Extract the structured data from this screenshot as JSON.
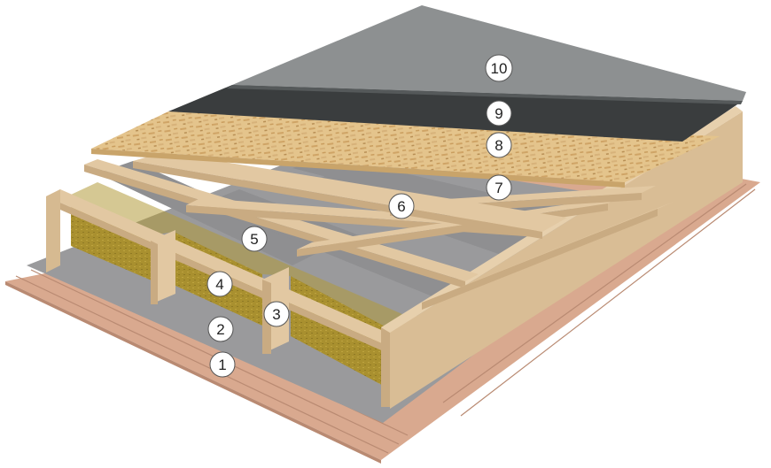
{
  "markers": [
    "1",
    "2",
    "3",
    "4",
    "5",
    "6",
    "7",
    "8",
    "9",
    "10"
  ],
  "colors": {
    "board": "#d9a98f",
    "board_seam": "#b98a72",
    "membrane": "#9a9a9c",
    "membrane_dark": "#6e6e70",
    "wood": "#e2c8a2",
    "wood_side": "#c9ab82",
    "wood_shadow": "#b39670",
    "insulation": "#a9902f",
    "insulation_side": "#8c7722",
    "osb": "#e4c48c",
    "osb_edge": "#c9a46a",
    "underlay": "#3a3d3e",
    "roofing": "#8d9091",
    "marker_fill": "#ffffff",
    "marker_stroke": "#555555"
  }
}
